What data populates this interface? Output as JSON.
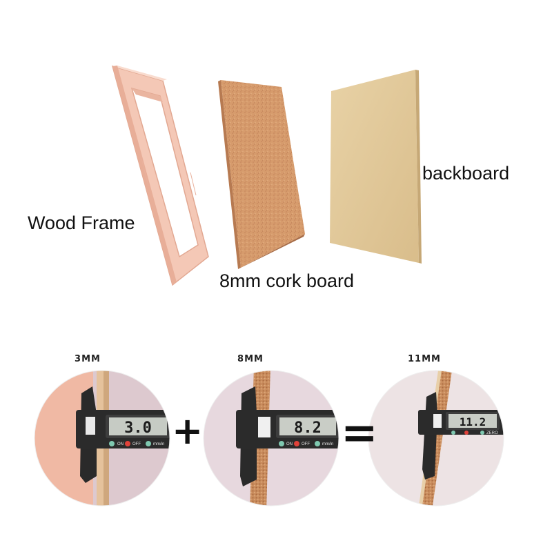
{
  "parts": {
    "frame_label": "Wood Frame",
    "cork_label": "8mm cork board",
    "backboard_label": "backboard"
  },
  "measurements": [
    {
      "caption": "3MM",
      "reading": "3.0"
    },
    {
      "caption": "8MM",
      "reading": "8.2"
    },
    {
      "caption": "11MM",
      "reading": "11.2"
    }
  ],
  "operators": {
    "plus": "+",
    "equals": "="
  },
  "caliper_buttons": {
    "on": "ON",
    "off": "OFF",
    "unit": "mm/in",
    "zero": "ZERO"
  },
  "colors": {
    "frame": "#f3c4b1",
    "cork": "#d49468",
    "backboard": "#e2c99a",
    "caliper": "#2b2b2b",
    "lcd": "#c9cdc6"
  },
  "icons": [
    "caliper-icon",
    "plus-icon",
    "equals-icon"
  ]
}
